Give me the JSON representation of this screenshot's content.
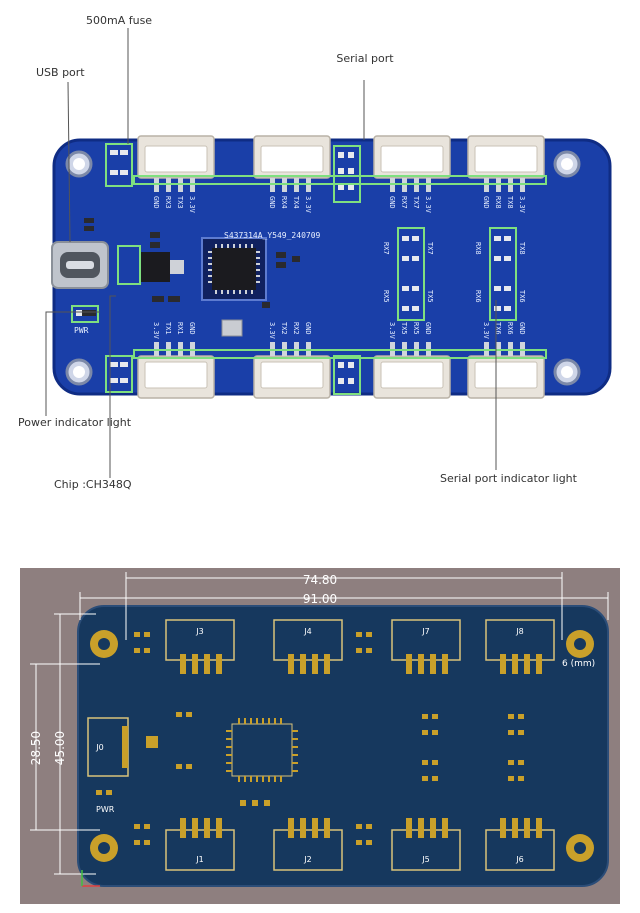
{
  "callouts": {
    "fuse": "500mA fuse",
    "usb": "USB port",
    "serial": "Serial port",
    "power_led": "Power indicator light",
    "chip": "Chip :CH348Q",
    "serial_led": "Serial port indicator light"
  },
  "board_silk": {
    "chip_code": "S437314A_Y549_240709",
    "pwr": "PWR",
    "top_pins": [
      "GND",
      "RX3",
      "TX3",
      "3.3V",
      "GND",
      "RX4",
      "TX4",
      "3.3V",
      "GND",
      "RX7",
      "TX7",
      "3.3V",
      "GND",
      "RX8",
      "TX8",
      "3.3V"
    ],
    "bottom_pins": [
      "3.3V",
      "TX1",
      "RX1",
      "GND",
      "3.3V",
      "TX2",
      "RX2",
      "GND",
      "3.3V",
      "TX5",
      "RX5",
      "GND",
      "3.3V",
      "TX6",
      "RX6",
      "GND"
    ],
    "mid_left": [
      "RX7",
      "TX7",
      "RX5",
      "TX5"
    ],
    "mid_right": [
      "RX8",
      "TX8",
      "RX6",
      "TX6"
    ]
  },
  "cad": {
    "dim_inner": "74.80",
    "dim_outer": "91.00",
    "dim_h1": "28.50",
    "dim_h2": "45.00",
    "hole": "6 (mm)",
    "connectors": [
      "J3",
      "J4",
      "J7",
      "J8",
      "J1",
      "J2",
      "J5",
      "J6",
      "J0"
    ],
    "pwr": "PWR"
  },
  "colors": {
    "pcb_blue": "#1a3fa8",
    "cad_bg": "#8e7f7f",
    "cad_board": "#16385e",
    "gold": "#c9a02a",
    "highlight": "#7fe07f"
  }
}
